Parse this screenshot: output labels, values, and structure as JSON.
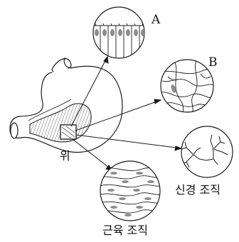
{
  "labels": {
    "organ": "위",
    "a": "A",
    "b": "B",
    "nerve": "신경 조직",
    "muscle": "근육 조직"
  },
  "colors": {
    "ink": "#1a1a1a",
    "nucleus": "#8c8c8c",
    "background": "#ffffff"
  }
}
